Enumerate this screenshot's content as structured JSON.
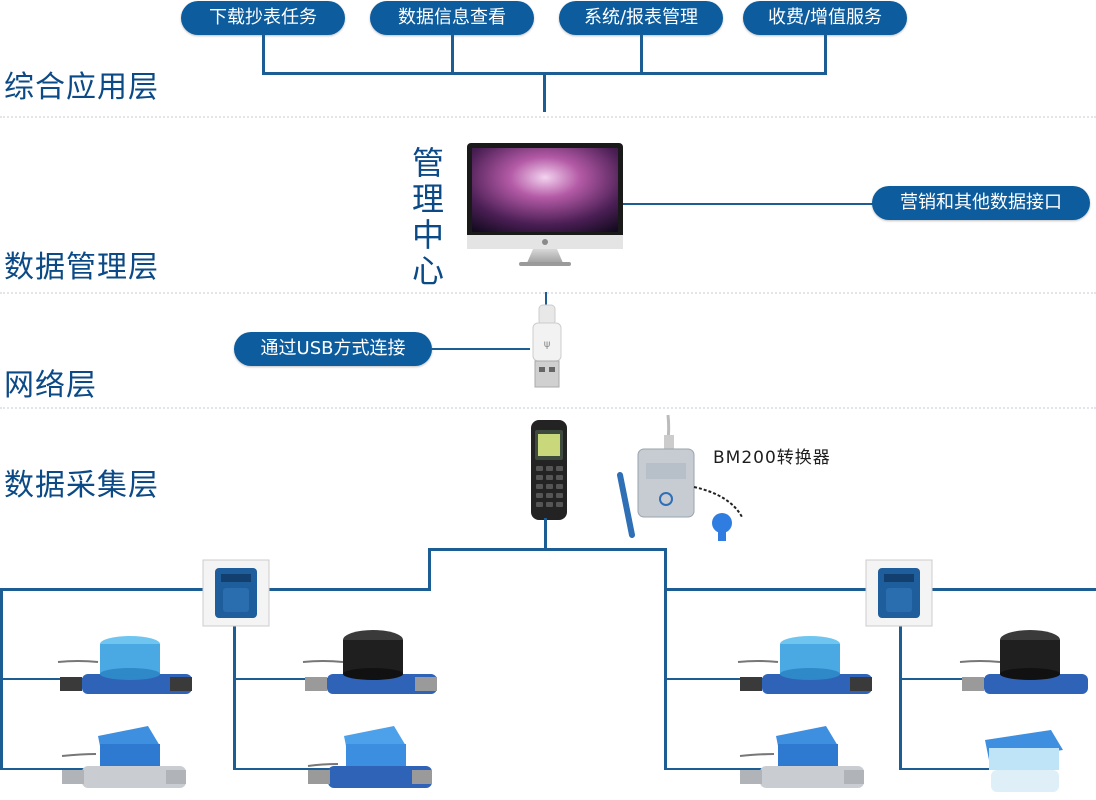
{
  "top_services": [
    "下载抄表任务",
    "数据信息查看",
    "系统/报表管理",
    "收费/增值服务"
  ],
  "layers": {
    "application": "综合应用层",
    "data_management": "数据管理层",
    "network": "网络层",
    "data_collection": "数据采集层"
  },
  "management_center": [
    "管",
    "理",
    "中",
    "心"
  ],
  "interface_label": "营销和其他数据接口",
  "usb_label": "通过USB方式连接",
  "converter_label": "BM200转换器",
  "colors": {
    "pill_bg": "#0c5c9e",
    "line": "#1c5d93",
    "label_text": "#0b4a86"
  }
}
